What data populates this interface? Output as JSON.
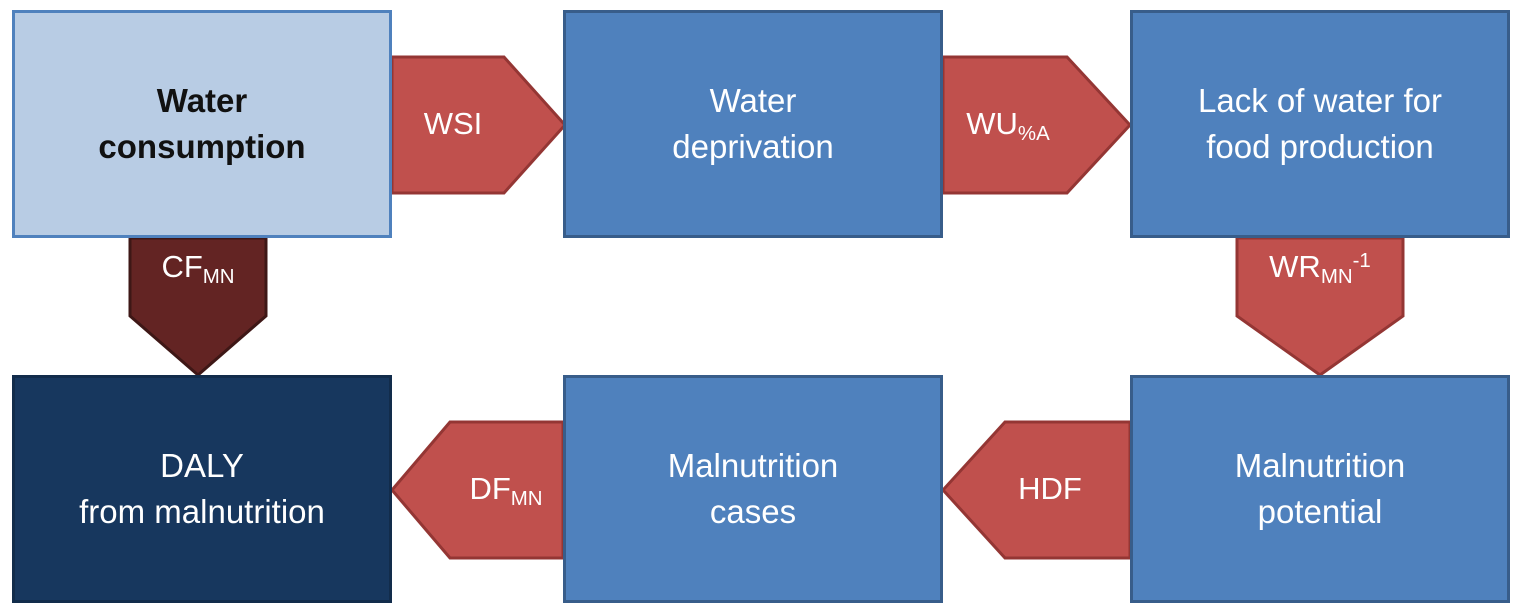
{
  "diagram": {
    "boxes": {
      "water_consumption": {
        "line1": "Water",
        "line2": "consumption"
      },
      "water_deprivation": {
        "line1": "Water",
        "line2": "deprivation"
      },
      "lack_of_water": {
        "line1": "Lack of water for",
        "line2": "food production"
      },
      "daly": {
        "line1": "DALY",
        "line2": "from malnutrition"
      },
      "malnutrition_cases": {
        "line1": "Malnutrition",
        "line2": "cases"
      },
      "malnutrition_potential": {
        "line1": "Malnutrition",
        "line2": "potential"
      }
    },
    "arrows": {
      "wsi": {
        "base": "WSI",
        "sub": "",
        "sup": "",
        "direction": "right"
      },
      "wu": {
        "base": "WU",
        "sub": "%A",
        "sup": "",
        "direction": "right"
      },
      "wr": {
        "base": "WR",
        "sub": "MN",
        "sup": "-1",
        "direction": "down"
      },
      "cf": {
        "base": "CF",
        "sub": "MN",
        "sup": "",
        "direction": "down"
      },
      "hdf": {
        "base": "HDF",
        "sub": "",
        "sup": "",
        "direction": "left"
      },
      "df": {
        "base": "DF",
        "sub": "MN",
        "sup": "",
        "direction": "left"
      }
    },
    "colors": {
      "box_light_blue": "#b8cce4",
      "box_light_blue_border": "#4f81bd",
      "box_blue": "#4f81bd",
      "box_blue_border": "#385d8a",
      "box_navy": "#17375e",
      "arrow_red": "#c0504d",
      "arrow_red_border": "#943634",
      "arrow_maroon": "#632423",
      "arrow_maroon_border": "#3e1716",
      "text_dark": "#111111",
      "text_light": "#ffffff"
    }
  }
}
